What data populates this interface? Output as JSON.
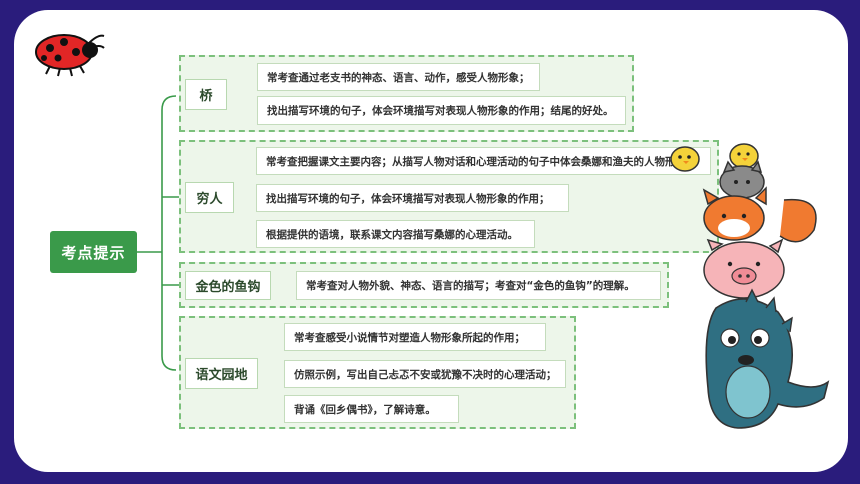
{
  "root": {
    "label": "考点提示"
  },
  "groups": [
    {
      "title": "桥",
      "items": [
        "常考查通过老支书的神态、语言、动作，感受人物形象；",
        "找出描写环境的句子，体会环境描写对表现人物形象的作用；结尾的好处。"
      ]
    },
    {
      "title": "穷人",
      "items": [
        "常考查把握课文主要内容；从描写人物对话和心理活动的句子中体会桑娜和渔夫的人物形象",
        "找出描写环境的句子，体会环境描写对表现人物形象的作用；",
        "根据提供的语境，联系课文内容描写桑娜的心理活动。"
      ]
    },
    {
      "title": "金色的鱼钩",
      "items": [
        "常考查对人物外貌、神态、语言的描写；考查对“金色的鱼钩”的理解。"
      ]
    },
    {
      "title": "语文园地",
      "items": [
        "常考查感受小说情节对塑造人物形象所起的作用；",
        "仿照示例，写出自己忐忑不安或犹豫不决时的心理活动；",
        "背诵《回乡偶书》，了解诗意。"
      ]
    }
  ],
  "colors": {
    "frame": "#2a1c7c",
    "root_fill": "#3a9a4a",
    "group_fill": "#edf6ea",
    "group_border": "#7cc07c"
  },
  "icons": [
    "ladybug-icon",
    "chick-icon",
    "animal-stack-illustration"
  ]
}
